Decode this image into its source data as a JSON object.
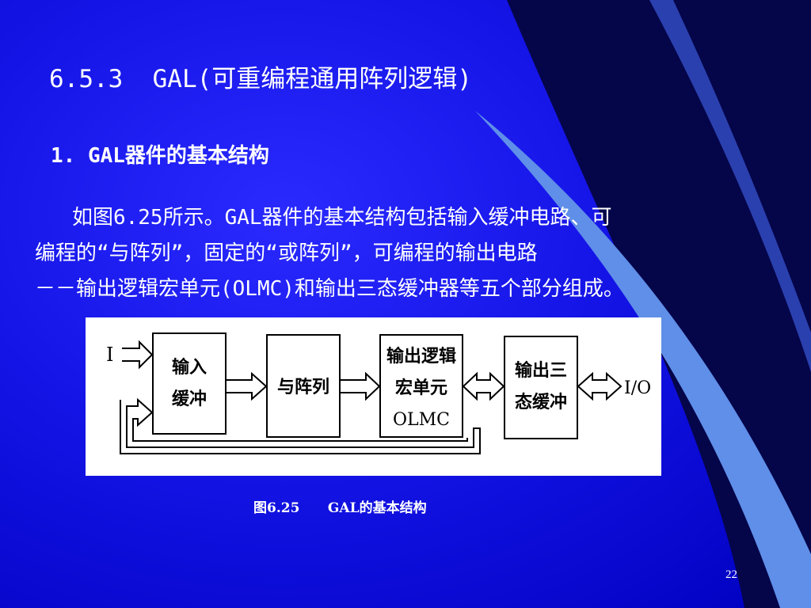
{
  "slide": {
    "title": "6.5.3  GAL(可重编程通用阵列逻辑)",
    "subheading": "1. GAL器件的基本结构",
    "paragraph": {
      "line1": "   如图6.25所示。GAL器件的基本结构包括输入缓冲电路、可",
      "line2": "编程的“与阵列”，固定的“或阵列”，可编程的输出电路",
      "line3": "－－输出逻辑宏单元(OLMC)和输出三态缓冲器等五个部分组成。"
    },
    "figure": {
      "input_label": "I",
      "output_label": "I/O",
      "boxes": {
        "input_buffer": [
          "输入",
          "缓冲"
        ],
        "and_array": [
          "与阵列"
        ],
        "olmc": [
          "输出逻辑",
          "宏单元",
          "OLMC"
        ],
        "tristate_buffer": [
          "输出三",
          "态缓冲"
        ]
      },
      "caption": "图6.25      GAL的基本结构"
    },
    "page_number": "22",
    "colors": {
      "background": "#1414e6",
      "decor_stripe": "#5a8ce8",
      "corner_dark": "#000040",
      "text": "#ffffff"
    }
  }
}
